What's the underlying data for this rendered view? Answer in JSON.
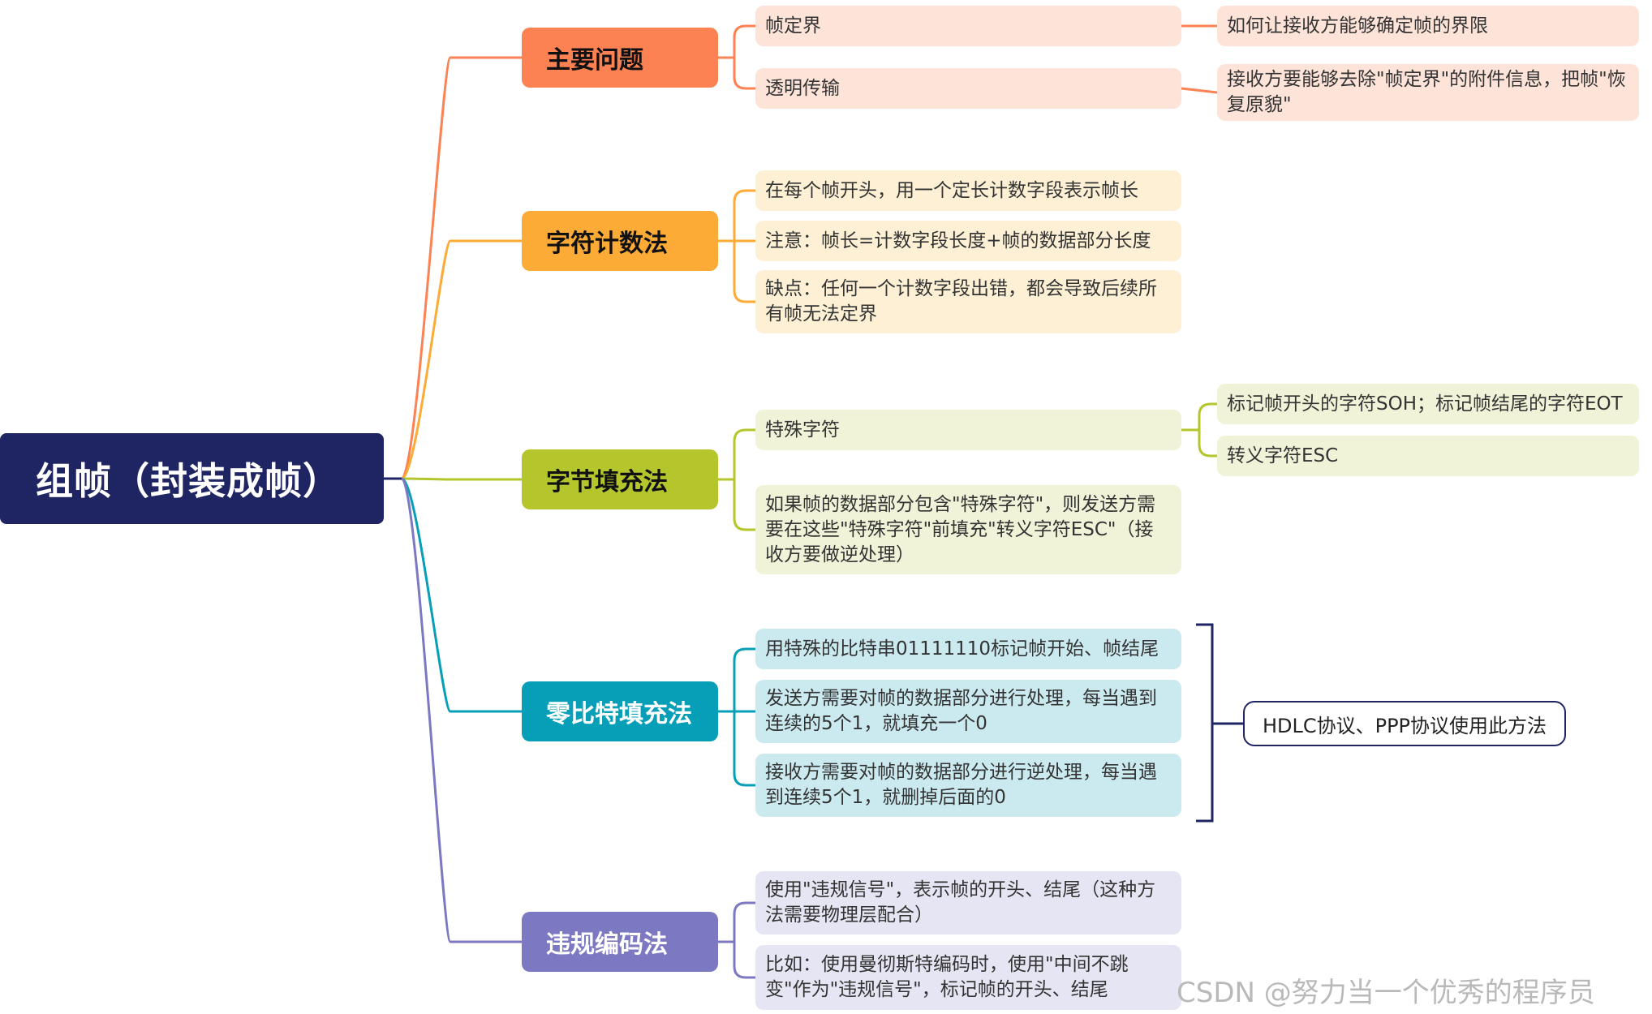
{
  "root": {
    "label": "组帧（封装成帧）"
  },
  "branches": [
    {
      "id": "main-issue",
      "label": "主要问题",
      "color": "#fc8153",
      "leaf_bg": "#fde3d8",
      "leaves": [
        {
          "text": "帧定界",
          "detail": "如何让接收方能够确定帧的界限"
        },
        {
          "text": "透明传输",
          "detail": "接收方要能够去除\"帧定界\"的附件信息，把帧\"恢复原貌\""
        }
      ]
    },
    {
      "id": "char-count",
      "label": "字符计数法",
      "color": "#fbab36",
      "leaf_bg": "#fdf0d5",
      "leaves": [
        {
          "text": "在每个帧开头，用一个定长计数字段表示帧长"
        },
        {
          "text": "注意：帧长=计数字段长度+帧的数据部分长度"
        },
        {
          "text": "缺点：任何一个计数字段出错，都会导致后续所有帧无法定界"
        }
      ]
    },
    {
      "id": "byte-stuff",
      "label": "字节填充法",
      "color": "#b5c62c",
      "leaf_bg": "#f0f3d7",
      "leaves": [
        {
          "text": "特殊字符",
          "children": [
            "标记帧开头的字符SOH；标记帧结尾的字符EOT",
            "转义字符ESC"
          ]
        },
        {
          "text": "如果帧的数据部分包含\"特殊字符\"，则发送方需要在这些\"特殊字符\"前填充\"转义字符ESC\"（接收方要做逆处理）"
        }
      ]
    },
    {
      "id": "bit-stuff",
      "label": "零比特填充法",
      "color": "#079fb8",
      "leaf_bg": "#cbeaf0",
      "leaves": [
        {
          "text": "用特殊的比特串01111110标记帧开始、帧结尾"
        },
        {
          "text": "发送方需要对帧的数据部分进行处理，每当遇到连续的5个1，就填充一个0"
        },
        {
          "text": "接收方需要对帧的数据部分进行逆处理，每当遇到连续5个1，就删掉后面的0"
        }
      ],
      "summary": "HDLC协议、PPP协议使用此方法"
    },
    {
      "id": "violation",
      "label": "违规编码法",
      "color": "#7c78c2",
      "leaf_bg": "#e6e5f3",
      "leaves": [
        {
          "text": "使用\"违规信号\"，表示帧的开头、结尾（这种方法需要物理层配合）"
        },
        {
          "text": "比如：使用曼彻斯特编码时，使用\"中间不跳变\"作为\"违规信号\"，标记帧的开头、结尾"
        }
      ]
    }
  ],
  "watermark": "CSDN @努力当一个优秀的程序员"
}
